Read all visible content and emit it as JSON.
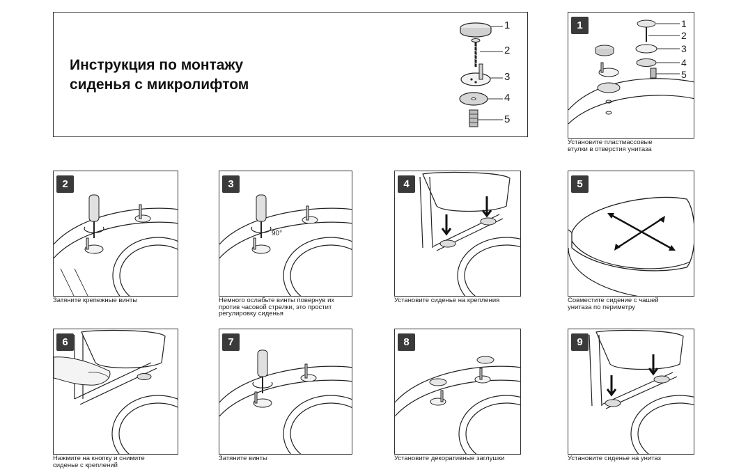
{
  "header": {
    "title": "Инструкция по монтажу\nсиденья с микролифтом",
    "parts": [
      "1",
      "2",
      "3",
      "4",
      "5"
    ]
  },
  "steps": [
    {
      "number": "1",
      "caption": "Установите пластмассовые\nвтулки в отверстия унитаза",
      "parts": [
        "1",
        "2",
        "3",
        "4",
        "5"
      ]
    },
    {
      "number": "2",
      "caption": "Затяните крепежные винты"
    },
    {
      "number": "3",
      "caption": "Немного ослабьте винты повернув их\nпротив часовой стрелки, это простит\nрегулировку сиденья",
      "angle_label": "90°"
    },
    {
      "number": "4",
      "caption": "Установите сиденье на крепления"
    },
    {
      "number": "5",
      "caption": "Совместите сидение с чашей\nунитаза по периметру"
    },
    {
      "number": "6",
      "caption": "Нажмите на кнопку и снимите\nсиденье с креплений"
    },
    {
      "number": "7",
      "caption": "Затяните винты"
    },
    {
      "number": "8",
      "caption": "Установите декоративные заглушки"
    },
    {
      "number": "9",
      "caption": "Установите сиденье на унитаз"
    }
  ],
  "colors": {
    "badge": "#3a3a3a",
    "line": "#222222"
  }
}
